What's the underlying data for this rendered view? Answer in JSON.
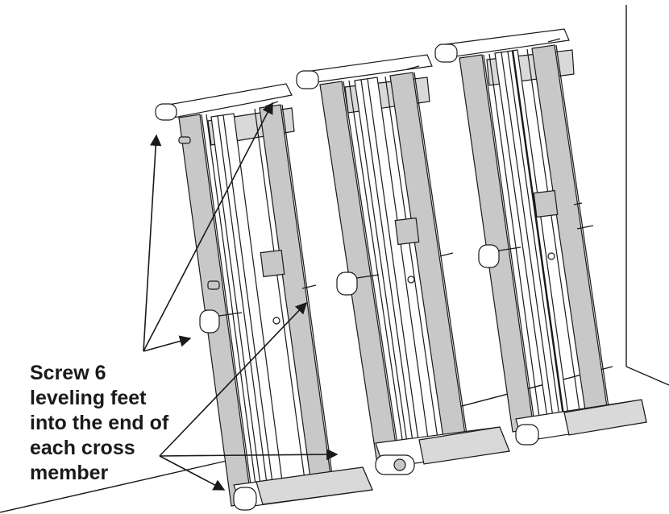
{
  "diagram": {
    "callout_lines": [
      "Screw 6",
      "leveling feet",
      "into the end of",
      "each cross",
      "member"
    ],
    "colors": {
      "line": "#1a1a1a",
      "panel_fill": "#c8c8c8",
      "highlight_fill": "#d9d9d9",
      "background": "#ffffff"
    }
  }
}
